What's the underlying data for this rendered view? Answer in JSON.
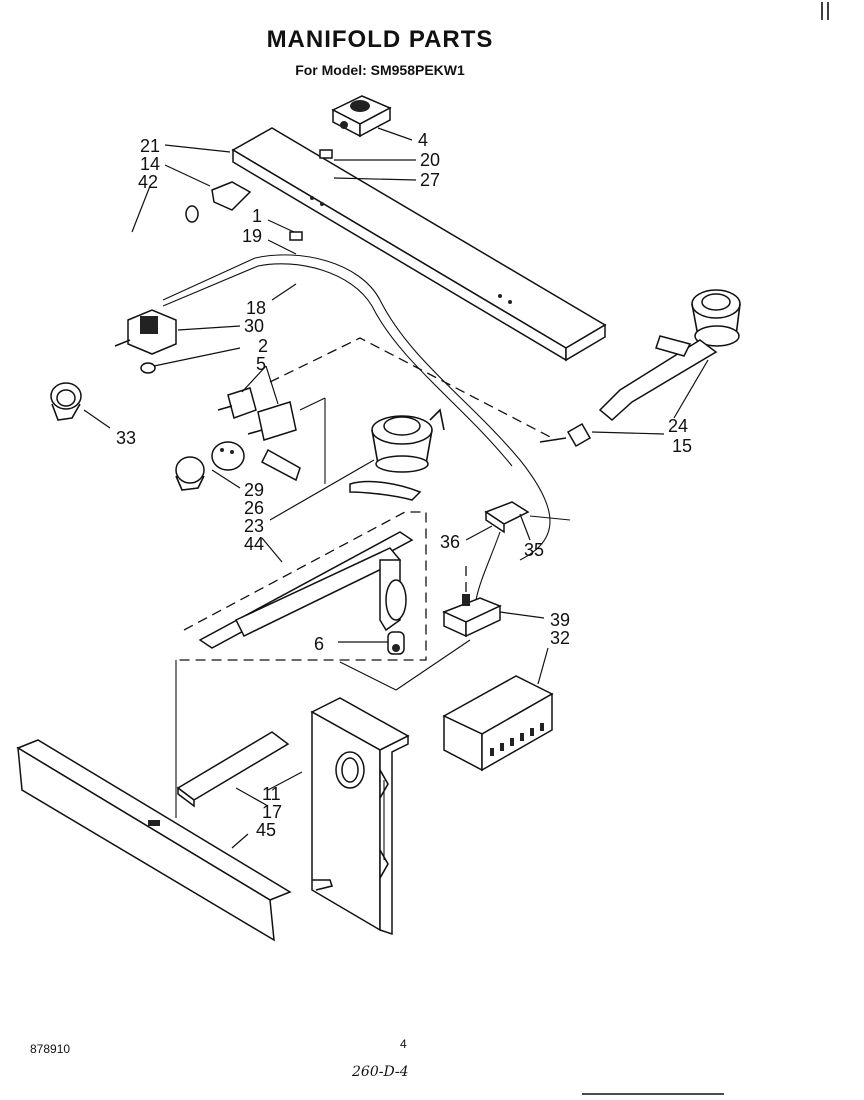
{
  "title": "MANIFOLD PARTS",
  "subtitle": "For Model: SM958PEKW1",
  "callouts": [
    "21",
    "14",
    "42",
    "4",
    "20",
    "27",
    "1",
    "19",
    "18",
    "30",
    "2",
    "5",
    "33",
    "29",
    "26",
    "23",
    "44",
    "6",
    "24",
    "15",
    "36",
    "35",
    "39",
    "32",
    "11",
    "17",
    "45"
  ],
  "footer": {
    "doc_number": "878910",
    "page_number": "4",
    "handwritten_note": "260-D-4"
  }
}
